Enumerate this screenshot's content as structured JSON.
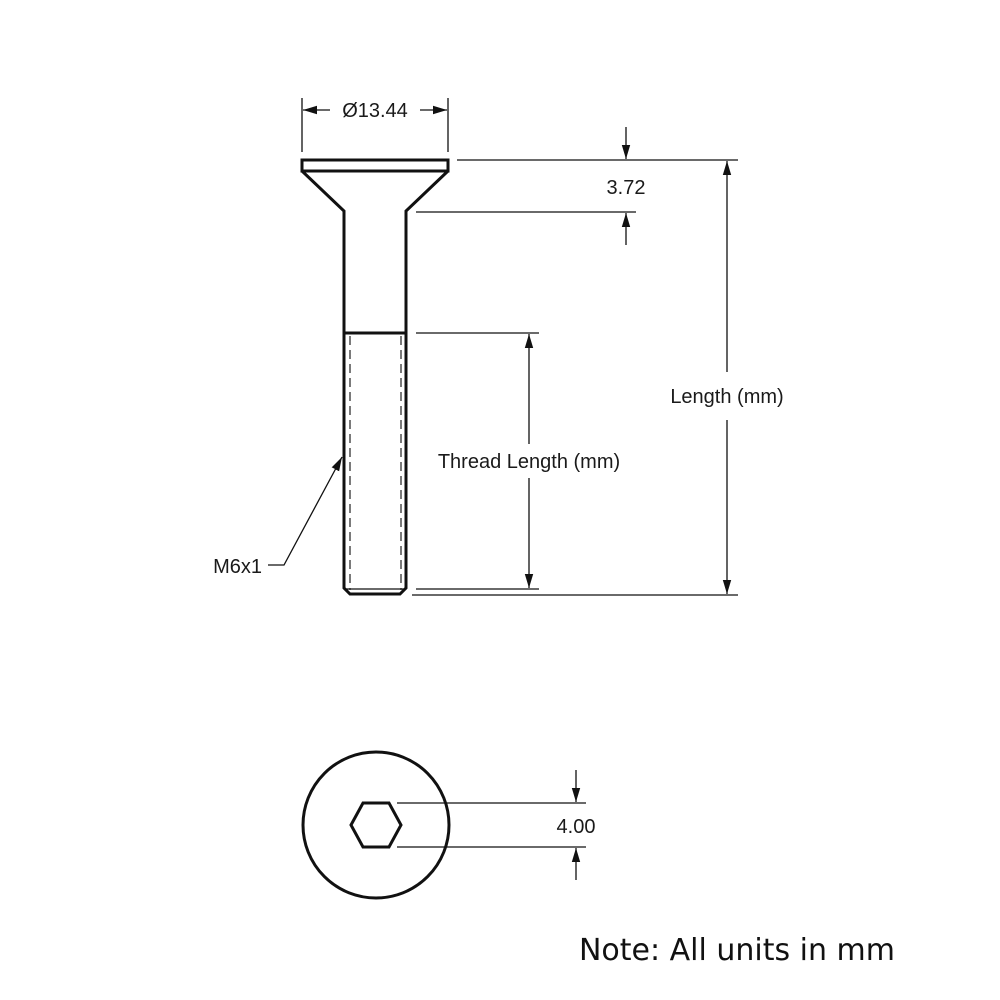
{
  "drawing": {
    "type": "Flat head socket cap screw dimension drawing",
    "side_view": {
      "head_diameter_label": "Ø13.44",
      "head_height_label": "3.72",
      "overall_length_label": "Length (mm)",
      "thread_length_label": "Thread Length (mm)",
      "thread_callout": "M6x1"
    },
    "end_view": {
      "hex_socket_label": "4.00"
    },
    "note": "Note: All units in mm",
    "colors": {
      "line": "#111111",
      "background": "#ffffff"
    }
  }
}
